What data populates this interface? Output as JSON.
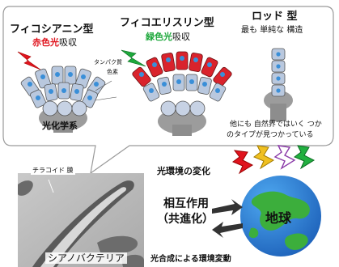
{
  "panel": {
    "type1_title": "フィコシアニン型",
    "type1_sub_color": "赤色光",
    "type1_sub_rest": "吸収",
    "type2_title": "フィコエリスリン型",
    "type2_sub_color": "緑色光",
    "type2_sub_rest": "吸収",
    "type3_title": "ロッド 型",
    "type3_sub": "最も 単純な 構造",
    "label_protein": "タンパク質",
    "label_pigment": "色素",
    "label_photosystem": "光化学系",
    "note_line1": "他にも 自然界ではいく つか",
    "note_line2": "のタイプが見つかっている"
  },
  "photo": {
    "thylakoid_label": "チラコイド 膜",
    "caption": "シアノバクテリア"
  },
  "right": {
    "env_change": "光環境の変化",
    "interaction_line1": "相互作用",
    "interaction_line2": "（共進化）",
    "earth": "地球",
    "bottom": "光合成による環境変動"
  },
  "colors": {
    "red": "#e0141e",
    "green": "#1ea83c",
    "rod_blue": "#b8c6dc",
    "phycoerythrin": "#e0242c",
    "grey": "#8a8a8a"
  }
}
